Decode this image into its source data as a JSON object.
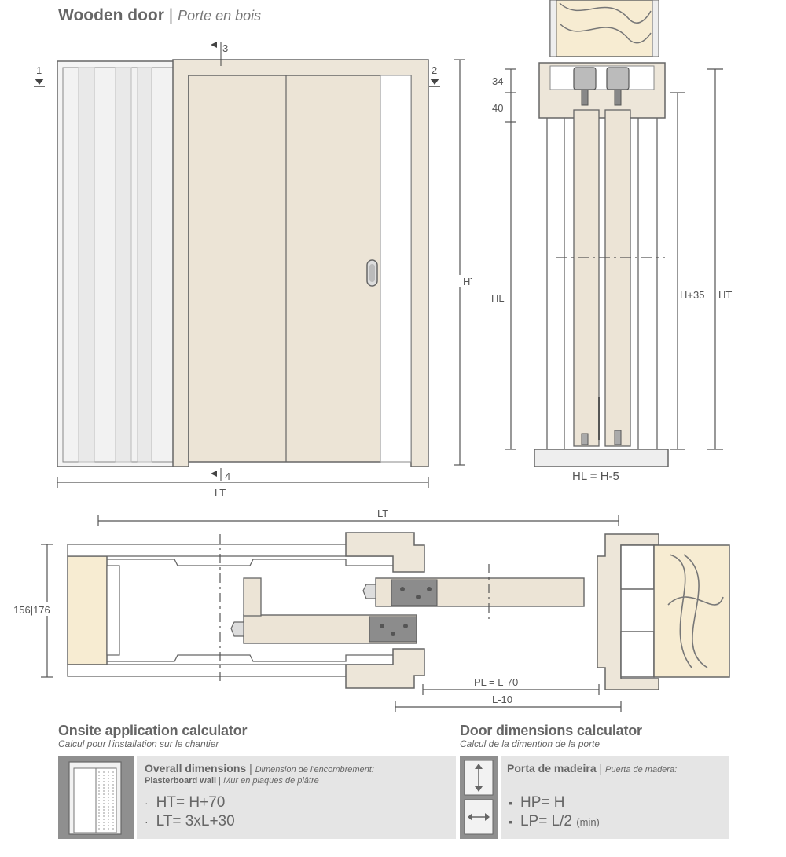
{
  "title": {
    "main": "Wooden door",
    "sep": "|",
    "sub": "Porte en bois"
  },
  "front_view": {
    "marker_1": "1",
    "marker_2": "2",
    "marker_3": "3",
    "marker_4": "4",
    "label_ht": "HT",
    "label_lt": "LT"
  },
  "side_view": {
    "dim_34": "34",
    "dim_40": "40",
    "label_hl": "HL",
    "label_h35": "H+35",
    "label_ht": "HT",
    "caption": "HL = H-5"
  },
  "plan_view": {
    "label_lt": "LT",
    "label_thickness": "156|176",
    "label_pl": "PL = L-70",
    "label_l10": "L-10"
  },
  "onsite_calc": {
    "heading": "Onsite application calculator",
    "subheading": "Calcul pour l'installation sur le chantier",
    "box_title": "Overall dimensions",
    "box_sep": "|",
    "box_title_alt": "Dimension de l'encombrement:",
    "box_sub_bold": "Plasterboard wall",
    "box_sub_sep": "|",
    "box_sub_alt": "Mur en plaques de plâtre",
    "bullet": "·",
    "formula_1": "HT= H+70",
    "formula_2": "LT= 3xL+30"
  },
  "door_calc": {
    "heading": "Door dimensions calculator",
    "subheading": "Calcul de la dimention de la porte",
    "box_title": "Porta de madeira",
    "box_sep": "|",
    "box_title_alt": "Puerta de madera:",
    "bullet": "▪",
    "formula_1": "HP= H",
    "formula_2_main": "LP= L/2",
    "formula_2_note": "(min)"
  },
  "colors": {
    "door_fill": "#ece4d6",
    "frame_fill": "#ede6d9",
    "stroke": "#666666",
    "insulation": "#f7ecd2",
    "box_bg": "#e5e5e5",
    "icon_bg": "#8f8f8f",
    "hardware": "#8c8c8c"
  }
}
